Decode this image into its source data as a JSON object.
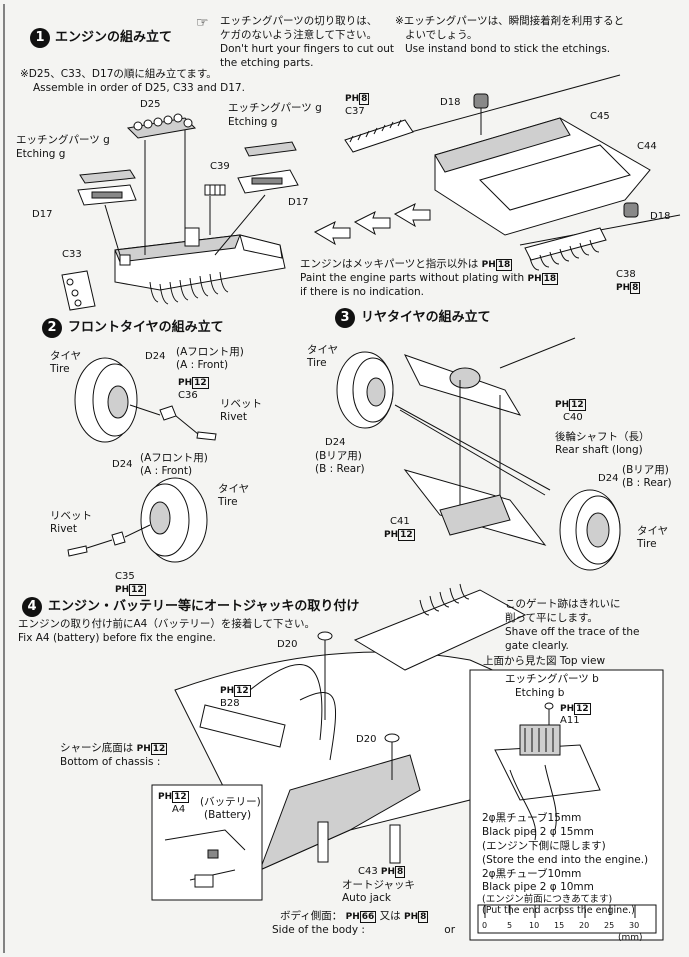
{
  "step1": {
    "num": "1",
    "title": "エンジンの組み立て",
    "order_jp": "※D25、C33、D17の順に組み立てます。",
    "order_en": "Assemble in order of D25, C33 and D17.",
    "caution_jp": "エッチングパーツの切り取りは、",
    "caution_jp2": "ケガのないよう注意して下さい。",
    "caution_en": "Don't hurt your fingers to cut out",
    "caution_en2": "the etching parts.",
    "bond_jp": "※エッチングパーツは、瞬間接着剤を利用すると",
    "bond_jp2": "よいでしょう。",
    "bond_en": "Use instand bond to stick the etchings.",
    "labels": {
      "d25": "D25",
      "etch_g_jp_left": "エッチングパーツ g",
      "etch_g_en_left": "Etching g",
      "etch_g_jp_right": "エッチングパーツ g",
      "etch_g_en_right": "Etching g",
      "c39": "C39",
      "d17_left": "D17",
      "d17_right": "D17",
      "c33": "C33",
      "c37": "C37",
      "d18_top": "D18",
      "c45": "C45",
      "c44": "C44",
      "d18_right": "D18",
      "c38": "C38",
      "ph8_c37": "8",
      "ph8_c38": "8"
    },
    "paint_jp": "エンジンはメッキパーツと指示以外は",
    "paint_jp_ph": "18",
    "paint_en": "Paint the engine parts without plating with",
    "paint_en_ph": "18",
    "paint_en2": "if there is no indication."
  },
  "step2": {
    "num": "2",
    "title": "フロントタイヤの組み立て",
    "tire_jp": "タイヤ",
    "tire_en": "Tire",
    "d24_top": "D24",
    "a_front_jp": "(Aフロント用)",
    "a_front_en": "(A : Front)",
    "c36": "C36",
    "c36_ph": "12",
    "rivet_jp": "リベット",
    "rivet_en": "Rivet",
    "d24_bottom": "D24",
    "a_front_jp2": "(Aフロント用)",
    "a_front_en2": "(A : Front)",
    "tire_jp2": "タイヤ",
    "tire_en2": "Tire",
    "rivet_jp2": "リベット",
    "rivet_en2": "Rivet",
    "c35": "C35",
    "c35_ph": "12"
  },
  "step3": {
    "num": "3",
    "title": "リヤタイヤの組み立て",
    "tire_jp": "タイヤ",
    "tire_en": "Tire",
    "c40": "C40",
    "c40_ph": "12",
    "shaft_jp": "後輪シャフト（長）",
    "shaft_en": "Rear shaft (long)",
    "d24_left": "D24",
    "b_rear_jp": "(Bリア用)",
    "b_rear_en": "(B : Rear)",
    "d24_right": "D24",
    "b_rear_jp2": "(Bリア用)",
    "b_rear_en2": "(B : Rear)",
    "c41": "C41",
    "c41_ph": "12",
    "tire_jp2": "タイヤ",
    "tire_en2": "Tire"
  },
  "step4": {
    "num": "4",
    "title": "エンジン・バッテリー等にオートジャッキの取り付け",
    "fix_jp": "エンジンの取り付け前にA4（バッテリー）を接着して下さい。",
    "fix_en": "Fix A4 (battery) before fix the engine.",
    "gate_jp": "このゲート跡はきれいに",
    "gate_jp2": "削って平にします。",
    "gate_en": "Shave off the trace of the",
    "gate_en2": "gate clearly.",
    "d20_top": "D20",
    "b28": "B28",
    "b28_ph": "12",
    "chassis_jp": "シャーシ底面は",
    "chassis_ph": "12",
    "chassis_en": "Bottom of chassis :",
    "d20_mid": "D20",
    "battery_ph": "12",
    "a4": "A4",
    "battery_jp": "(バッテリー)",
    "battery_en": "(Battery)",
    "c43": "C43",
    "c43_ph": "8",
    "jack_jp": "オートジャッキ",
    "jack_en": "Auto jack",
    "body_jp": "ボディ側面：",
    "body_ph1": "66",
    "body_or_jp": "又は",
    "body_ph2": "8",
    "body_en": "Side of the body :",
    "body_or_en": "or",
    "topview": "上面から見た図 Top view",
    "etch_b_jp": "エッチングパーツ b",
    "etch_b_en": "Etching b",
    "a11": "A11",
    "a11_ph": "12",
    "pipe15_jp": "2φ黒チューブ15mm",
    "pipe15_en": "Black pipe 2 φ 15mm",
    "pipe15_note_jp": "(エンジン下側に隠します)",
    "pipe15_note_en": "(Store the end into the engine.)",
    "pipe10_jp": "2φ黒チューブ10mm",
    "pipe10_en": "Black pipe 2 φ 10mm",
    "pipe10_note_jp": "(エンジン前面につきあてます)",
    "pipe10_note_en": "(Put the end across the engine.)",
    "ruler_unit": "(mm)",
    "ruler_ticks": [
      "0",
      "5",
      "10",
      "15",
      "20",
      "25",
      "30"
    ]
  },
  "ph_prefix": "PH"
}
